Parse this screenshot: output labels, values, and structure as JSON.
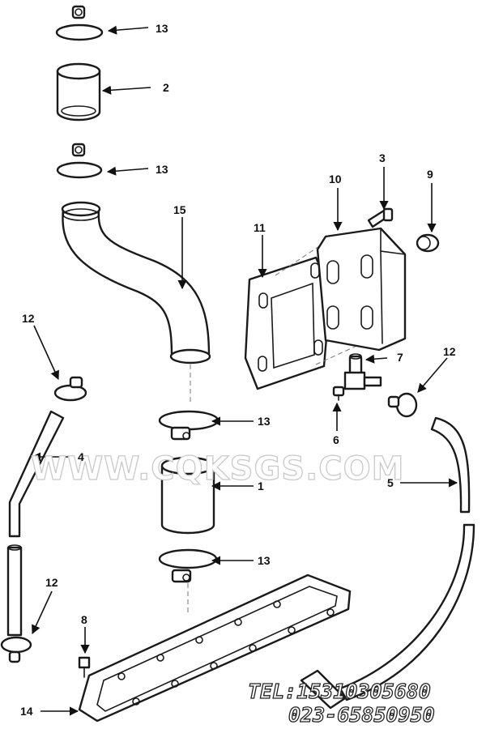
{
  "watermark": {
    "text": "WWW.CQKSGS.COM"
  },
  "contact": {
    "tel": "TEL:15310305680",
    "phone": "023-65850950"
  },
  "callouts": {
    "c13a": "13",
    "c2": "2",
    "c13b": "13",
    "c15": "15",
    "c3": "3",
    "c10": "10",
    "c9": "9",
    "c11": "11",
    "c7": "7",
    "c12a": "12",
    "c12b": "12",
    "c13c": "13",
    "c6": "6",
    "c5": "5",
    "c4": "4",
    "c1": "1",
    "c13d": "13",
    "c12c": "12",
    "c8": "8",
    "c14": "14"
  }
}
